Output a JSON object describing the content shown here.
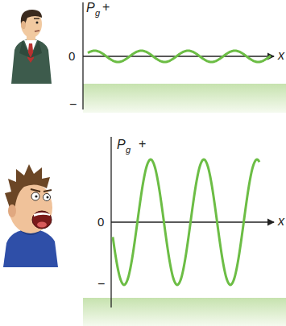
{
  "diagram": {
    "labels": [
      "P",
      "g",
      "+",
      "0",
      "−",
      "x",
      "P",
      "g",
      "+",
      "0",
      "−",
      "x"
    ]
  }
}
